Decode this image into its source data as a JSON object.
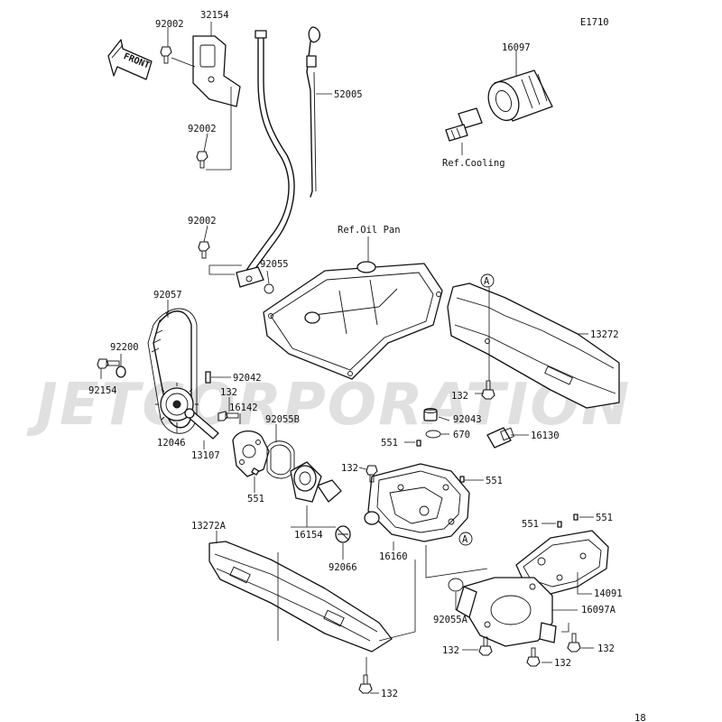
{
  "diagram_code": "E1710",
  "page_number": "18",
  "watermark": "JETCORPORATION",
  "front_label": "FRONT",
  "refs": {
    "cooling": "Ref.Cooling",
    "oil_pan": "Ref.Oil Pan"
  },
  "ref_markers": [
    "A",
    "A"
  ],
  "part_numbers": {
    "p92002a": "92002",
    "p32154": "32154",
    "p52005": "52005",
    "p92002b": "92002",
    "p92002c": "92002",
    "p16097": "16097",
    "p92055": "92055",
    "p92057": "92057",
    "p92200": "92200",
    "p92154": "92154",
    "p92042": "92042",
    "p132a": "132",
    "p16142": "16142",
    "p92055B": "92055B",
    "p12046": "12046",
    "p13107": "13107",
    "p551a": "551",
    "p13272": "13272",
    "p132b": "132",
    "p92043": "92043",
    "p670": "670",
    "p551b": "551",
    "p16130": "16130",
    "p132c": "132",
    "p551c": "551",
    "p16154": "16154",
    "p16160": "16160",
    "p92066": "92066",
    "p13272A": "13272A",
    "p551d": "551",
    "p551e": "551",
    "p14091": "14091",
    "p92055A": "92055A",
    "p16097A": "16097A",
    "p132d": "132",
    "p132e": "132",
    "p132f": "132",
    "p132g": "132"
  }
}
